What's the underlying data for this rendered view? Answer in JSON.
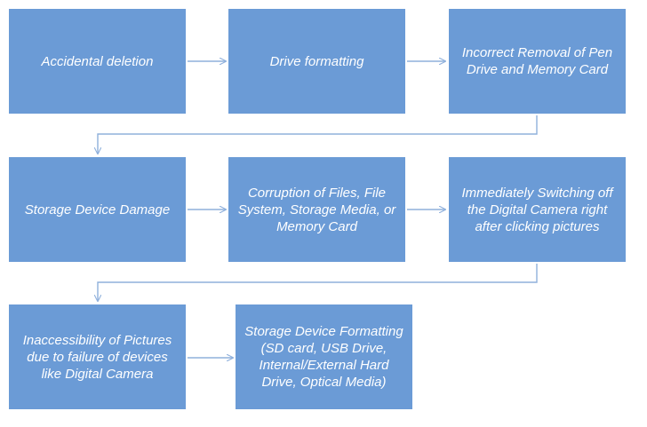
{
  "flowchart": {
    "boxes": [
      "Accidental deletion",
      "Drive formatting",
      "Incorrect Removal of Pen Drive and Memory Card",
      "Storage Device Damage",
      "Corruption of Files, File System, Storage Media, or Memory Card",
      "Immediately Switching off the Digital Camera right after clicking pictures",
      "Inaccessibility of Pictures due to failure of devices like Digital Camera",
      "Storage Device Formatting (SD card, USB Drive, Internal/External Hard Drive, Optical Media)"
    ],
    "colors": {
      "box_fill": "#6b9bd6",
      "box_text": "#ffffff",
      "arrow": "#8fb0dc"
    }
  }
}
